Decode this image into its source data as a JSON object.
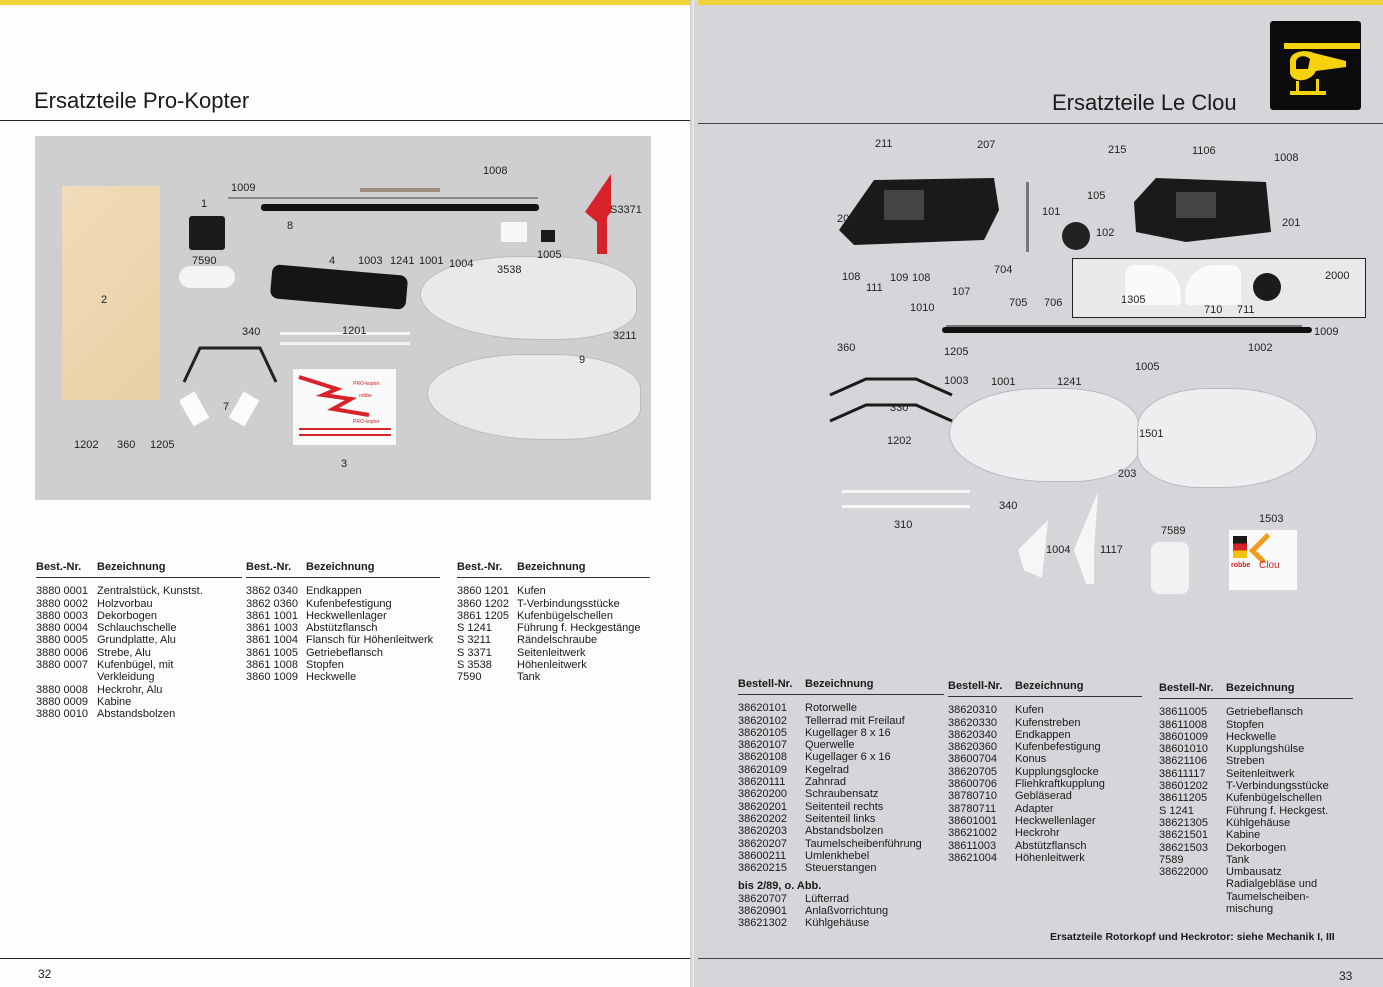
{
  "left": {
    "title": "Ersatzteile Pro-Kopter",
    "page_number": "32",
    "photo_labels": [
      "1009",
      "1008",
      "1",
      "S3371",
      "8",
      "2",
      "7590",
      "4",
      "1003",
      "1241",
      "1001",
      "1004",
      "3538",
      "1005",
      "340",
      "1201",
      "3211",
      "9",
      "7",
      "1202",
      "360",
      "1205",
      "3"
    ],
    "decal": {
      "line1": "PRO-kopter",
      "line2": "robbe",
      "line3": "PRO-kopter"
    },
    "columns": [
      {
        "header_nr": "Best.-Nr.",
        "header_desc": "Bezeichnung",
        "rows": [
          {
            "nr": "3880 0001",
            "desc": "Zentralstück, Kunstst."
          },
          {
            "nr": "3880 0002",
            "desc": "Holzvorbau"
          },
          {
            "nr": "3880 0003",
            "desc": "Dekorbogen"
          },
          {
            "nr": "3880 0004",
            "desc": "Schlauchschelle"
          },
          {
            "nr": "3880 0005",
            "desc": "Grundplatte, Alu"
          },
          {
            "nr": "3880 0006",
            "desc": "Strebe, Alu"
          },
          {
            "nr": "3880 0007",
            "desc": "Kufenbügel, mit"
          },
          {
            "nr": "",
            "desc": "Verkleidung"
          },
          {
            "nr": "3880 0008",
            "desc": "Heckrohr, Alu"
          },
          {
            "nr": "3880 0009",
            "desc": "Kabine"
          },
          {
            "nr": "3880 0010",
            "desc": "Abstandsbolzen"
          }
        ]
      },
      {
        "header_nr": "Best.-Nr.",
        "header_desc": "Bezeichnung",
        "rows": [
          {
            "nr": "3862 0340",
            "desc": "Endkappen"
          },
          {
            "nr": "3862 0360",
            "desc": "Kufenbefestigung"
          },
          {
            "nr": "3861 1001",
            "desc": "Heckwellenlager"
          },
          {
            "nr": "3861 1003",
            "desc": "Abstützflansch"
          },
          {
            "nr": "3861 1004",
            "desc": "Flansch für Höhenleitwerk"
          },
          {
            "nr": "3861 1005",
            "desc": "Getriebeflansch"
          },
          {
            "nr": "3861 1008",
            "desc": "Stopfen"
          },
          {
            "nr": "3860 1009",
            "desc": "Heckwelle"
          }
        ]
      },
      {
        "header_nr": "Best.-Nr.",
        "header_desc": "Bezeichnung",
        "rows": [
          {
            "nr": "3860 1201",
            "desc": "Kufen"
          },
          {
            "nr": "3860 1202",
            "desc": "T-Verbindungsstücke"
          },
          {
            "nr": "3861 1205",
            "desc": "Kufenbügelschellen"
          },
          {
            "nr": "S 1241",
            "desc": "Führung f. Heckgestänge"
          },
          {
            "nr": "S 3211",
            "desc": "Rändelschraube"
          },
          {
            "nr": "S 3371",
            "desc": "Seitenleitwerk"
          },
          {
            "nr": "S 3538",
            "desc": "Höhenleitwerk"
          },
          {
            "nr": "7590",
            "desc": "Tank"
          }
        ]
      }
    ]
  },
  "right": {
    "title": "Ersatzteile Le Clou",
    "page_number": "33",
    "photo_labels": [
      "211",
      "207",
      "215",
      "1106",
      "1008",
      "202",
      "105",
      "101",
      "102",
      "201",
      "108",
      "111",
      "109",
      "108",
      "107",
      "704",
      "1010",
      "705",
      "706",
      "1305",
      "710",
      "711",
      "2000",
      "1009",
      "360",
      "1205",
      "1002",
      "1003",
      "1001",
      "1241",
      "1005",
      "330",
      "1202",
      "1501",
      "203",
      "340",
      "310",
      "1004",
      "1117",
      "7589",
      "1503"
    ],
    "decal": {
      "brand": "robbe",
      "name": "Clou"
    },
    "columns": [
      {
        "header_nr": "Bestell-Nr.",
        "header_desc": "Bezeichnung",
        "rows": [
          {
            "nr": "38620101",
            "desc": "Rotorwelle"
          },
          {
            "nr": "38620102",
            "desc": "Tellerrad mit Freilauf"
          },
          {
            "nr": "38620105",
            "desc": "Kugellager 8 x 16"
          },
          {
            "nr": "38620107",
            "desc": "Querwelle"
          },
          {
            "nr": "38620108",
            "desc": "Kugellager 6 x 16"
          },
          {
            "nr": "38620109",
            "desc": "Kegelrad"
          },
          {
            "nr": "38620111",
            "desc": "Zahnrad"
          },
          {
            "nr": "38620200",
            "desc": "Schraubensatz"
          },
          {
            "nr": "38620201",
            "desc": "Seitenteil rechts"
          },
          {
            "nr": "38620202",
            "desc": "Seitenteil links"
          },
          {
            "nr": "38620203",
            "desc": "Abstandsbolzen"
          },
          {
            "nr": "38620207",
            "desc": "Taumelscheibenführung"
          },
          {
            "nr": "38600211",
            "desc": "Umlenkhebel"
          },
          {
            "nr": "38620215",
            "desc": "Steuerstangen"
          }
        ],
        "sub_title": "bis 2/89, o. Abb.",
        "sub_rows": [
          {
            "nr": "38620707",
            "desc": "Lüfterrad"
          },
          {
            "nr": "38620901",
            "desc": "Anlaßvorrichtung"
          },
          {
            "nr": "38621302",
            "desc": "Kühlgehäuse"
          }
        ]
      },
      {
        "header_nr": "Bestell-Nr.",
        "header_desc": "Bezeichnung",
        "rows": [
          {
            "nr": "38620310",
            "desc": "Kufen"
          },
          {
            "nr": "38620330",
            "desc": "Kufenstreben"
          },
          {
            "nr": "38620340",
            "desc": "Endkappen"
          },
          {
            "nr": "38620360",
            "desc": "Kufenbefestigung"
          },
          {
            "nr": "38600704",
            "desc": "Konus"
          },
          {
            "nr": "38620705",
            "desc": "Kupplungsglocke"
          },
          {
            "nr": "38600706",
            "desc": "Fliehkraftkupplung"
          },
          {
            "nr": "38780710",
            "desc": "Gebläserad"
          },
          {
            "nr": "38780711",
            "desc": "Adapter"
          },
          {
            "nr": "38601001",
            "desc": "Heckwellenlager"
          },
          {
            "nr": "38621002",
            "desc": "Heckrohr"
          },
          {
            "nr": "38611003",
            "desc": "Abstützflansch"
          },
          {
            "nr": "38621004",
            "desc": "Höhenleitwerk"
          }
        ]
      },
      {
        "header_nr": "Bestell-Nr.",
        "header_desc": "Bezeichnung",
        "rows": [
          {
            "nr": "38611005",
            "desc": "Getriebeflansch"
          },
          {
            "nr": "38611008",
            "desc": "Stopfen"
          },
          {
            "nr": "38601009",
            "desc": "Heckwelle"
          },
          {
            "nr": "38601010",
            "desc": "Kupplungshülse"
          },
          {
            "nr": "38621106",
            "desc": "Streben"
          },
          {
            "nr": "38611117",
            "desc": "Seitenleitwerk"
          },
          {
            "nr": "38601202",
            "desc": "T-Verbindungsstücke"
          },
          {
            "nr": "38611205",
            "desc": "Kufenbügelschellen"
          },
          {
            "nr": "S 1241",
            "desc": "Führung f. Heckgest."
          },
          {
            "nr": "38621305",
            "desc": "Kühlgehäuse"
          },
          {
            "nr": "38621501",
            "desc": "Kabine"
          },
          {
            "nr": "38621503",
            "desc": "Dekorbogen"
          },
          {
            "nr": "7589",
            "desc": "Tank"
          },
          {
            "nr": "38622000",
            "desc": "Umbausatz"
          },
          {
            "nr": "",
            "desc": "Radialgebläse und"
          },
          {
            "nr": "",
            "desc": "Taumelscheiben-"
          },
          {
            "nr": "",
            "desc": "mischung"
          }
        ]
      }
    ],
    "footer_note": "Ersatzteile Rotorkopf und Heckrotor: siehe Mechanik I, III"
  },
  "colors": {
    "accent_yellow": "#f2d23a",
    "logo_yellow": "#f5d20a",
    "decal_red": "#d8222a"
  },
  "icons": {
    "logo": "helicopter-icon"
  }
}
